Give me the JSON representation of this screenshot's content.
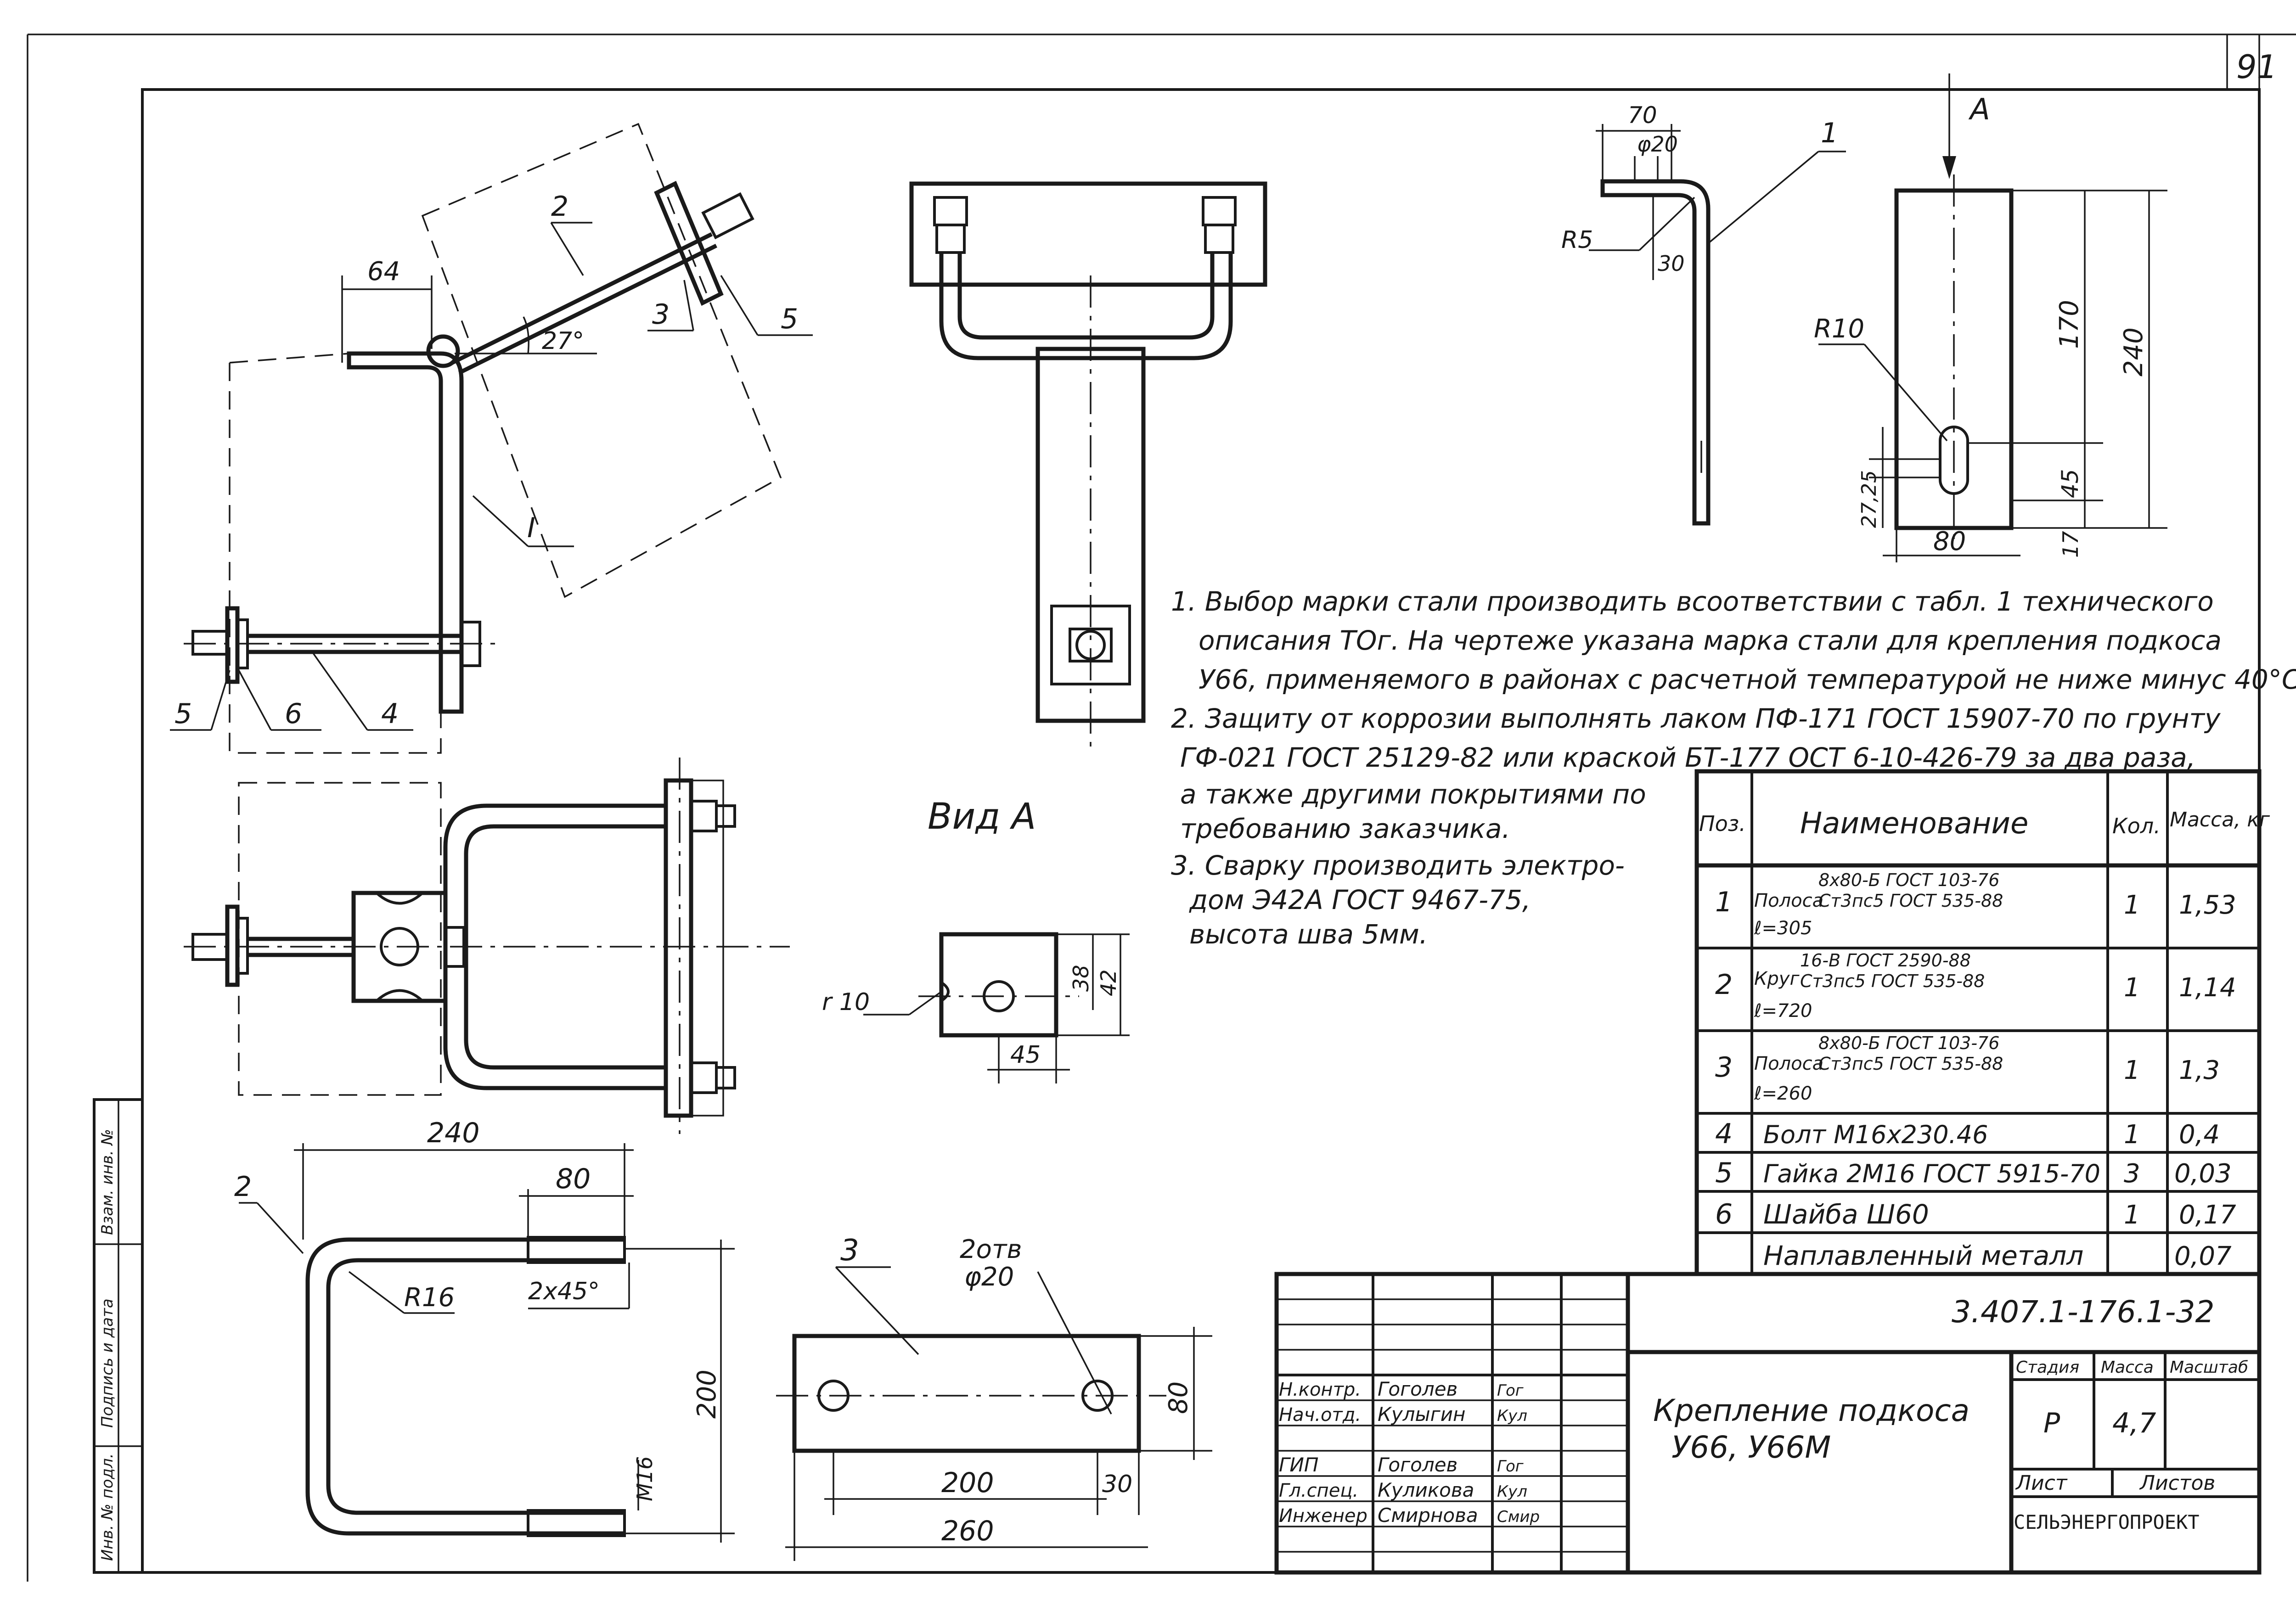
{
  "sheet_number": "91",
  "labels": {
    "view_a": "Вид А",
    "arrow_a": "А",
    "section_mark": "I"
  },
  "dims": {
    "d64": "64",
    "a27": "27°",
    "p1": "1",
    "p2": "2",
    "p3": "3",
    "p4": "4",
    "p5": "5",
    "p6": "6",
    "d70": "70",
    "f20": "φ20",
    "r5": "R5",
    "d30": "30",
    "r10": "R10",
    "d170": "170",
    "d240v": "240",
    "d45v": "45",
    "d2725": "27,25",
    "d17": "17",
    "d80w": "80",
    "r10small": "r 10",
    "d38": "38",
    "d42": "42",
    "d45h": "45",
    "d240": "240",
    "d80": "80",
    "r16": "R16",
    "chamfer": "2х45°",
    "d200v": "200",
    "m16": "М16",
    "holes": "2отв",
    "f20b": "φ20",
    "d80p": "80",
    "d200": "200",
    "d30p": "30",
    "d260": "260"
  },
  "notes": [
    "1. Выбор марки стали производить всоответствии с табл. 1 технического",
    "описания ТОг. На чертеже указана марка стали для крепления подкоса",
    "У66, применяемого в районах с расчетной температурой не ниже минус 40°С.",
    "2. Защиту от коррозии выполнять лаком ПФ-171 ГОСТ 15907-70 по грунту",
    "ГФ-021 ГОСТ 25129-82 или краской БТ-177 ОСТ 6-10-426-79 за два раза,",
    "а также другими покрытиями по",
    "требованию заказчика.",
    "3. Сварку производить электро-",
    "дом Э42А ГОСТ 9467-75,",
    "высота шва 5мм."
  ],
  "spec_table": {
    "headers": [
      "Поз.",
      "Наименование",
      "Кол.",
      "Масса, кг"
    ],
    "rows": [
      {
        "pos": "1",
        "name1": "Полоса",
        "name2": "8х80-Б ГОСТ 103-76",
        "name3": "Ст3пс5 ГОСТ 535-88",
        "name4": "ℓ=305",
        "qty": "1",
        "mass": "1,53"
      },
      {
        "pos": "2",
        "name1": "Круг",
        "name2": "16-В ГОСТ 2590-88",
        "name3": "Ст3пс5 ГОСТ 535-88",
        "name4": "ℓ=720",
        "qty": "1",
        "mass": "1,14"
      },
      {
        "pos": "3",
        "name1": "Полоса",
        "name2": "8х80-Б ГОСТ 103-76",
        "name3": "Ст3пс5 ГОСТ 535-88",
        "name4": "ℓ=260",
        "qty": "1",
        "mass": "1,3"
      },
      {
        "pos": "4",
        "name1": "Болт М16х230.46",
        "name2": "",
        "name3": "",
        "name4": "",
        "qty": "1",
        "mass": "0,4"
      },
      {
        "pos": "5",
        "name1": "Гайка 2М16 ГОСТ 5915-70",
        "name2": "",
        "name3": "",
        "name4": "",
        "qty": "3",
        "mass": "0,03"
      },
      {
        "pos": "6",
        "name1": "Шайба Ш60",
        "name2": "",
        "name3": "",
        "name4": "",
        "qty": "1",
        "mass": "0,17"
      },
      {
        "pos": "",
        "name1": "Наплавленный металл",
        "name2": "",
        "name3": "",
        "name4": "",
        "qty": "",
        "mass": "0,07"
      }
    ]
  },
  "title_block": {
    "doc_code": "3.407.1-176.1-32",
    "title_line1": "Крепление подкоса",
    "title_line2": "У66, У66М",
    "stage_label": "Стадия",
    "mass_label": "Масса",
    "scale_label": "Масштаб",
    "stage": "Р",
    "mass": "4,7",
    "sheet_label": "Лист",
    "sheets_label": "Листов",
    "organization": "СЕЛЬЭНЕРГОПРОЕКТ",
    "roles": [
      {
        "role": "Н.контр.",
        "name": "Гоголев",
        "sign": "Гог"
      },
      {
        "role": "Нач.отд.",
        "name": "Кулыгин",
        "sign": "Кул"
      },
      {
        "role": "ГИП",
        "name": "Гоголев",
        "sign": "Гог"
      },
      {
        "role": "Гл.спец.",
        "name": "Куликова",
        "sign": "Кул"
      },
      {
        "role": "Инженер",
        "name": "Смирнова",
        "sign": "Смир"
      }
    ]
  },
  "side_stamp": {
    "cells": [
      "Инв. № подл.",
      "Подпись и дата",
      "Взам. инв. №"
    ]
  }
}
